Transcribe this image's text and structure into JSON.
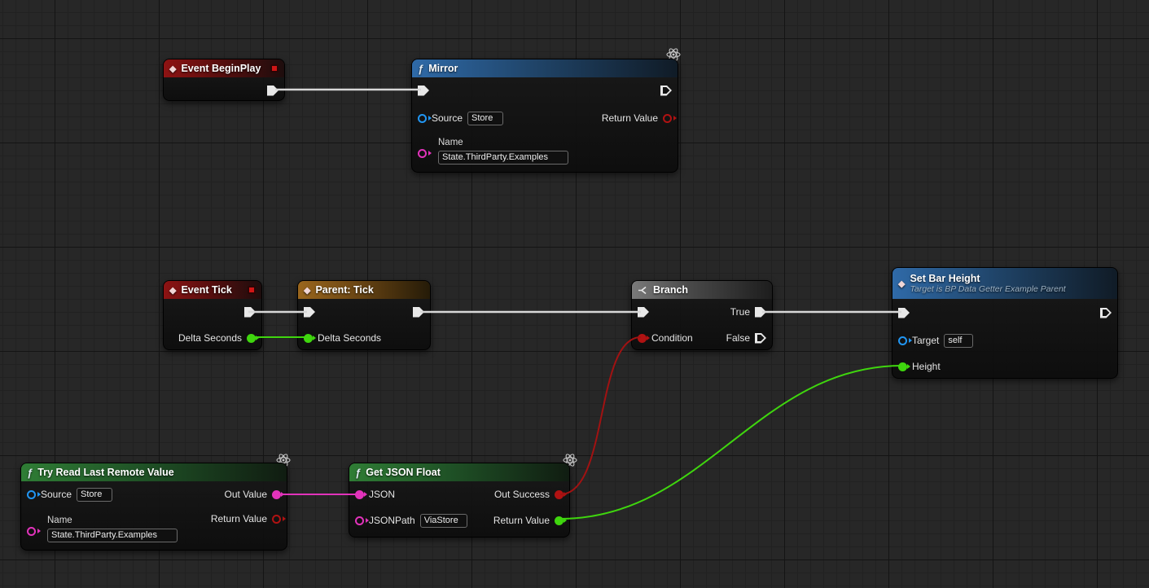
{
  "colors": {
    "exec_wire": "#d8d8d8",
    "float_wire": "#3fd60e",
    "string_wire": "#e233bb",
    "bool_wire": "#a11212",
    "object_pin": "#2196f3",
    "string_pin": "#e233bb",
    "bool_pin": "#b01212",
    "float_pin": "#3fd60e"
  },
  "icons": {
    "function_glyph": "ƒ",
    "diamond_glyph": "◆"
  },
  "nodes": {
    "event_begin_play": {
      "title": "Event BeginPlay"
    },
    "mirror": {
      "title": "Mirror",
      "source_label": "Source",
      "source_value": "Store",
      "return_value_label": "Return Value",
      "name_label": "Name",
      "name_value": "State.ThirdParty.Examples"
    },
    "event_tick": {
      "title": "Event Tick",
      "delta_seconds_label": "Delta Seconds"
    },
    "parent_tick": {
      "title": "Parent: Tick",
      "delta_seconds_label": "Delta Seconds"
    },
    "branch": {
      "title": "Branch",
      "condition_label": "Condition",
      "true_label": "True",
      "false_label": "False"
    },
    "set_bar_height": {
      "title": "Set Bar Height",
      "subtitle": "Target is BP Data Getter Example Parent",
      "target_label": "Target",
      "target_value": "self",
      "height_label": "Height"
    },
    "try_read_last_remote_value": {
      "title": "Try Read Last Remote Value",
      "source_label": "Source",
      "source_value": "Store",
      "out_value_label": "Out Value",
      "return_value_label": "Return Value",
      "name_label": "Name",
      "name_value": "State.ThirdParty.Examples"
    },
    "get_json_float": {
      "title": "Get JSON Float",
      "json_label": "JSON",
      "jsonpath_label": "JSONPath",
      "jsonpath_value": "ViaStore",
      "out_success_label": "Out Success",
      "return_value_label": "Return Value"
    }
  }
}
